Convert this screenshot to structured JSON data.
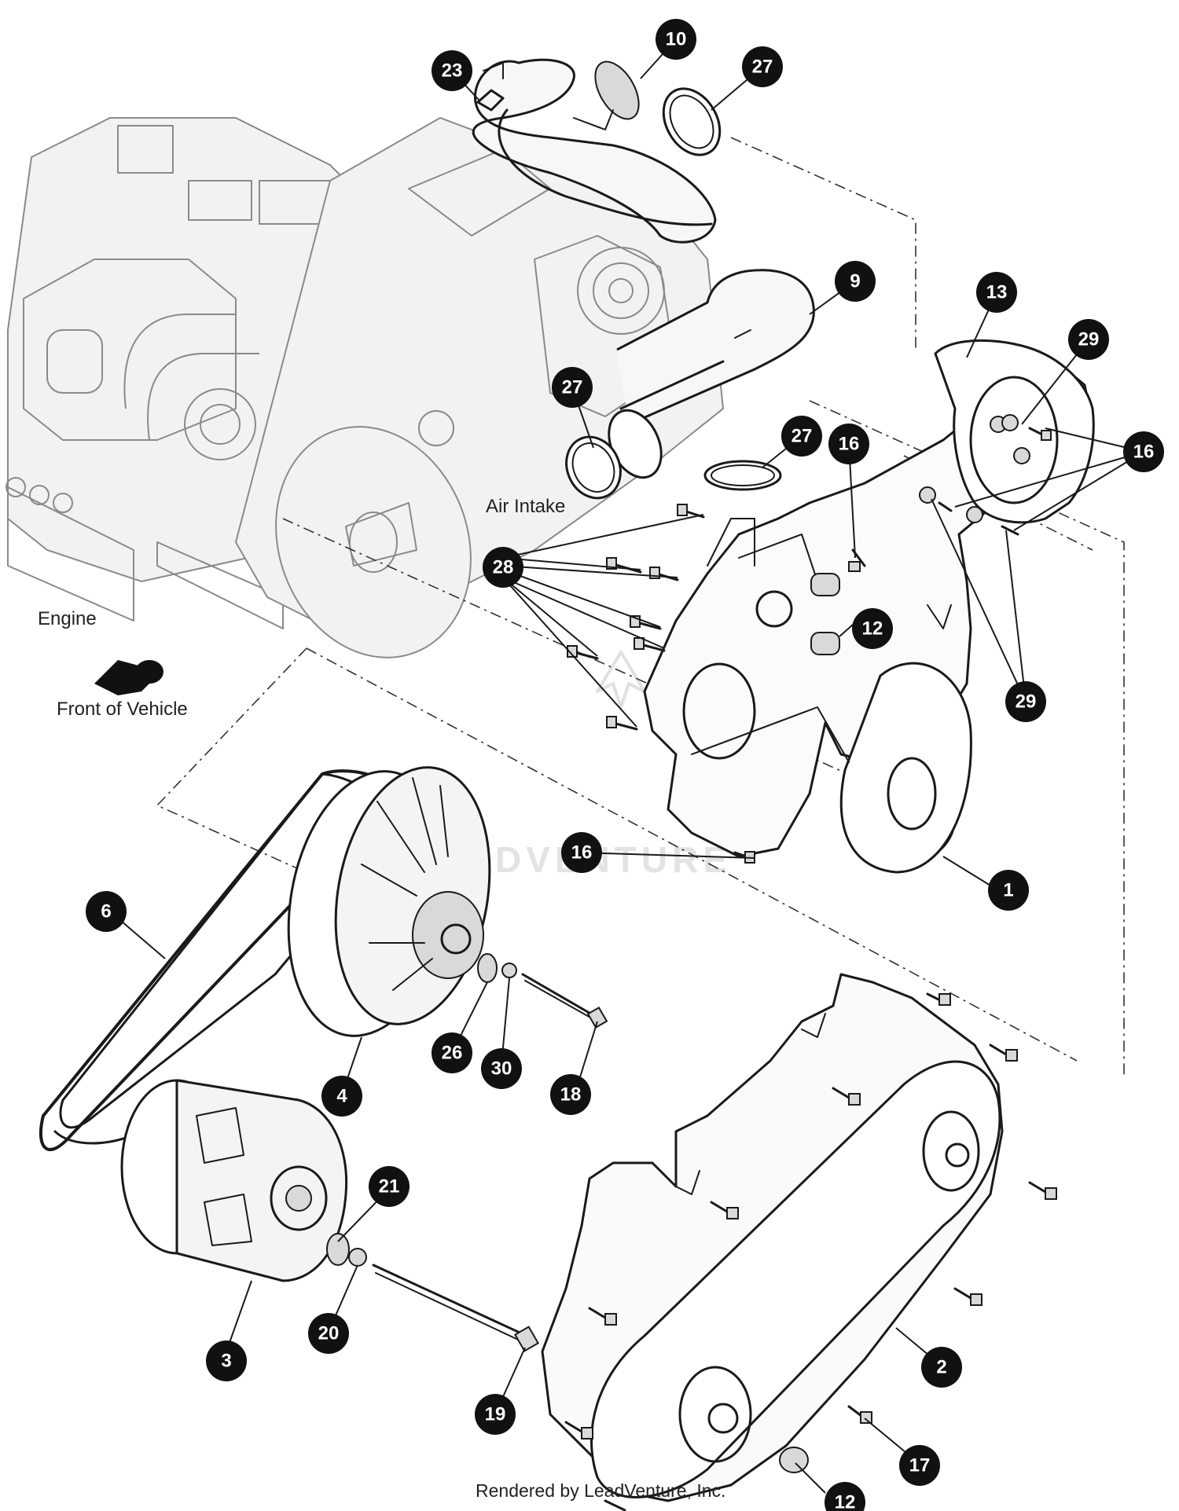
{
  "labels": {
    "air_intake": "Air Intake",
    "engine": "Engine",
    "front_of_vehicle": "Front of Vehicle",
    "credit": "Rendered by LeadVenture, Inc.",
    "watermark": "LEADVENTURE"
  },
  "callouts": {
    "c10": "10",
    "c23": "23",
    "c27a": "27",
    "c9": "9",
    "c13": "13",
    "c29a": "29",
    "c27b": "27",
    "c27c": "27",
    "c16a": "16",
    "c16b": "16",
    "c28": "28",
    "c12a": "12",
    "c29b": "29",
    "c16c": "16",
    "c1": "1",
    "c6": "6",
    "c26": "26",
    "c30": "30",
    "c18": "18",
    "c4": "4",
    "c21": "21",
    "c3": "3",
    "c20": "20",
    "c19": "19",
    "c2": "2",
    "c17": "17",
    "c12b": "12"
  },
  "colors": {
    "callout_fill": "#111111",
    "callout_text": "#ffffff",
    "line": "#1a1a1a",
    "ghost": "#8a8a8a"
  }
}
